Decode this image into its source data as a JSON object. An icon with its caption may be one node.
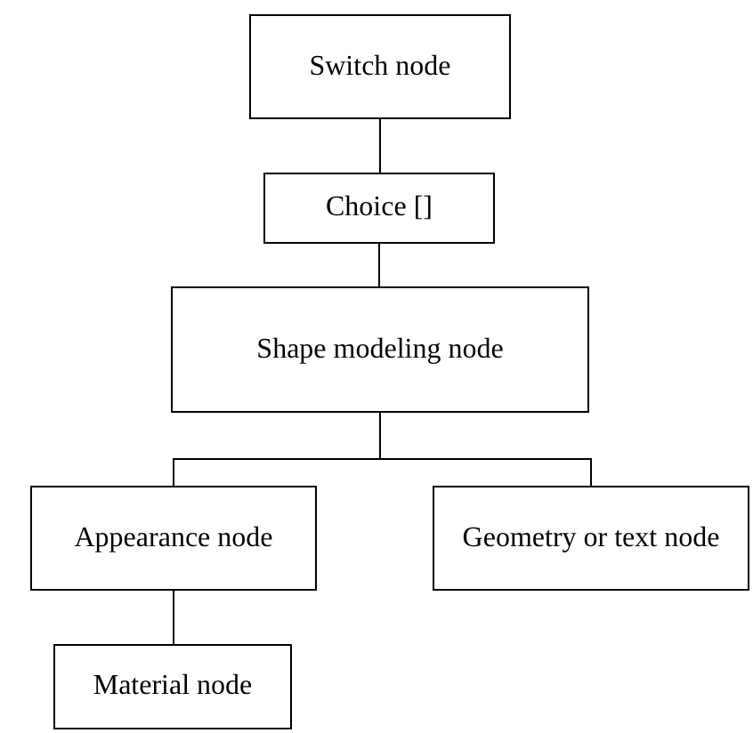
{
  "diagram": {
    "nodes": [
      {
        "text": [
          "Switch node"
        ]
      },
      {
        "text": [
          "Choice []"
        ]
      },
      {
        "text": [
          "Shape modeling node"
        ]
      },
      {
        "text": [
          "Appearance node"
        ]
      },
      {
        "text": [
          "Geometry or text node"
        ]
      },
      {
        "text": [
          "Material node"
        ]
      }
    ],
    "edges": [
      {
        "from": 0,
        "to": 1,
        "arrow": "none"
      },
      {
        "from": 1,
        "to": 2,
        "arrow": "none"
      },
      {
        "from": 2,
        "to": 3,
        "arrow": "none"
      },
      {
        "from": 2,
        "to": 4,
        "arrow": "none"
      },
      {
        "from": 3,
        "to": 5,
        "arrow": "none"
      }
    ]
  }
}
